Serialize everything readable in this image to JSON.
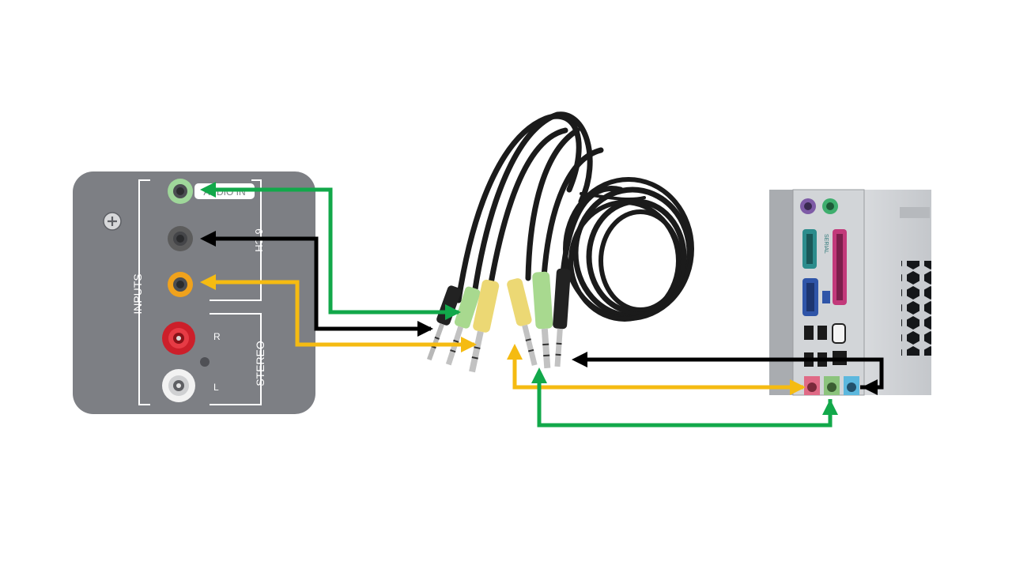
{
  "panel": {
    "section_label": "INPUTS",
    "audio_in_label": "AUDIO IN",
    "side_label": "6 CH",
    "stereo_label": "STEREO",
    "right_label": "R",
    "left_label": "L"
  },
  "pc": {
    "serial_label": "SERIAL"
  },
  "colors": {
    "panel": "#7d7f84",
    "green_jack": "#9fd79a",
    "black_jack": "#5c5c5c",
    "orange_jack": "#f0a21c",
    "red_jack": "#cc1f2a",
    "white_jack": "#f2f2f2",
    "green_arrow": "#12a84a",
    "black_arrow": "#000000",
    "yellow_arrow": "#f5bb12",
    "cable": "#1b1b1b",
    "plug_green": "#a8d98f",
    "plug_yellow": "#ecd874",
    "pc_case": "#c9ccd0"
  }
}
